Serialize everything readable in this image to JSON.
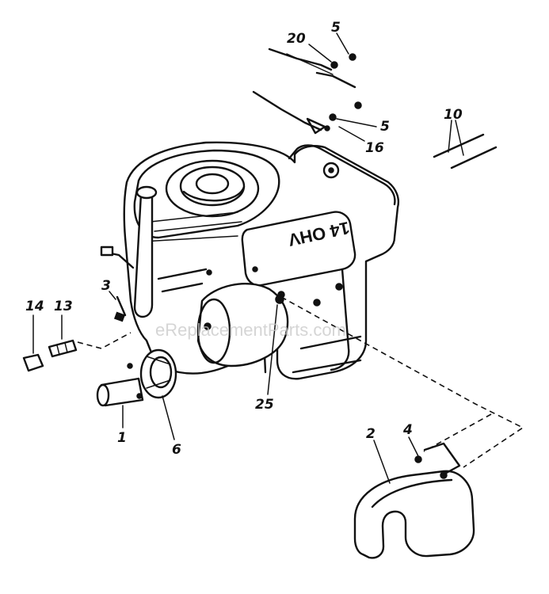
{
  "diagram": {
    "engine_decal": "14 OHV",
    "watermark": "eReplacementParts.com",
    "callouts": {
      "c1": "1",
      "c2": "2",
      "c3": "3",
      "c4": "4",
      "c5a": "5",
      "c5b": "5",
      "c6": "6",
      "c10": "10",
      "c13": "13",
      "c14": "14",
      "c16": "16",
      "c20": "20",
      "c25": "25"
    }
  }
}
